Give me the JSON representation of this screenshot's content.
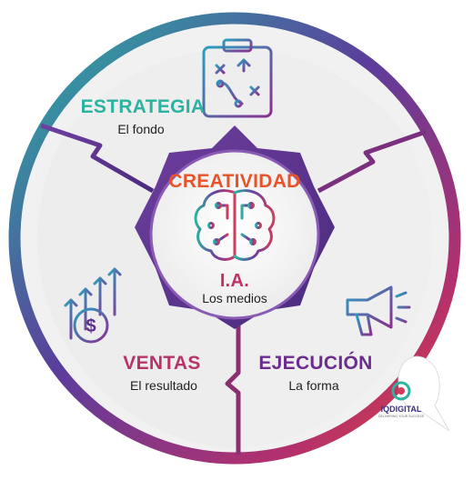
{
  "center": {
    "title": "CREATIVIDAD",
    "ia": "I.A.",
    "subtitle": "Los medios",
    "icon": "brain-circuit-icon"
  },
  "segments": [
    {
      "id": "estrategia",
      "title": "ESTRATEGIA",
      "subtitle": "El fondo",
      "icon": "strategy-clipboard-icon",
      "color": "#2ab3a0"
    },
    {
      "id": "ventas",
      "title": "VENTAS",
      "subtitle": "El resultado",
      "icon": "sales-growth-icon",
      "color": "#b8336a"
    },
    {
      "id": "ejecucion",
      "title": "EJECUCIÓN",
      "subtitle": "La forma",
      "icon": "megaphone-icon",
      "color": "#6a2c8f"
    }
  ],
  "logo": {
    "text": "IQDIGITAL",
    "tagline": "DELIVERING YOUR SUCCESS"
  },
  "colors": {
    "teal": "#2ab3a0",
    "purple": "#6a2c8f",
    "magenta": "#c2306a",
    "orange": "#e8532a",
    "panel": "#ececec"
  }
}
